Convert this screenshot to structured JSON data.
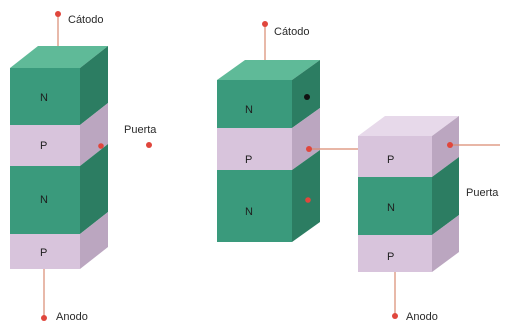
{
  "colors": {
    "n_front": "#3a9a7c",
    "n_top": "#5fba98",
    "n_side": "#2c7d62",
    "p_front": "#d8c4dc",
    "p_top": "#e7d9ea",
    "p_side": "#bba6c0",
    "lead": "#d98a70",
    "dot": "#e0463c"
  },
  "left": {
    "cathode_label": "Cátodo",
    "anode_label": "Anodo",
    "gate_label": "Puerta",
    "layers": [
      "N",
      "P",
      "N",
      "P"
    ]
  },
  "middle": {
    "cathode_label": "Cátodo",
    "layers": [
      "N",
      "P",
      "N"
    ]
  },
  "right": {
    "anode_label": "Anodo",
    "gate_label": "Puerta",
    "layers": [
      "P",
      "N",
      "P"
    ]
  }
}
